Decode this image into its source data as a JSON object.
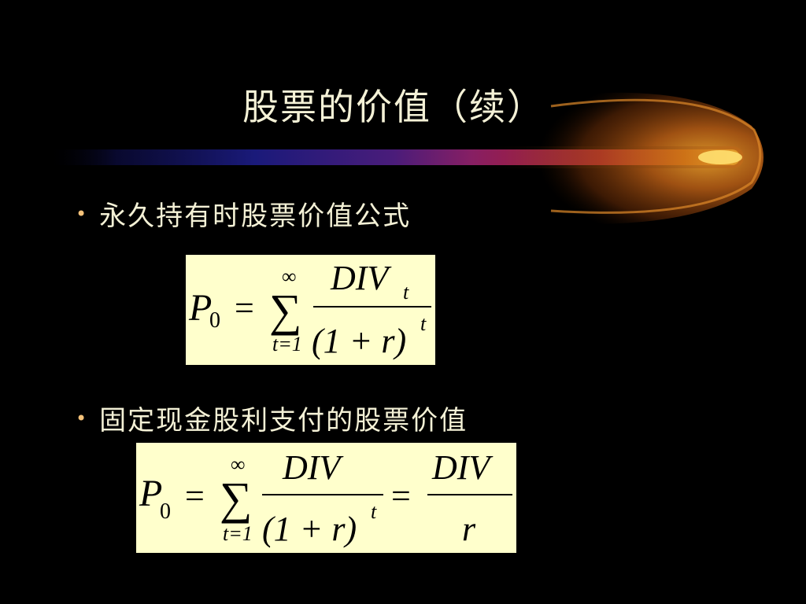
{
  "slide": {
    "title": "股票的价值（续）",
    "bullet_marker": "•",
    "bullets": [
      "永久持有时股票价值公式",
      "固定现金股利支付的股票价值"
    ]
  },
  "formulas": {
    "f1": {
      "lhs": "P",
      "lhs_sub": "0",
      "equals": "=",
      "sum_upper": "∞",
      "sum_symbol": "∑",
      "sum_lower": "t=1",
      "numerator": "DIV",
      "numerator_sub": "t",
      "denominator": "(1 + r)",
      "denominator_exp": "t"
    },
    "f2": {
      "lhs": "P",
      "lhs_sub": "0",
      "equals": "=",
      "sum_upper": "∞",
      "sum_symbol": "∑",
      "sum_lower": "t=1",
      "numerator": "DIV",
      "denominator": "(1 + r)",
      "denominator_exp": "t",
      "equals2": "=",
      "rhs_numerator": "DIV",
      "rhs_denominator": "r"
    }
  },
  "colors": {
    "background": "#000000",
    "text": "#f4f1d6",
    "bullet": "#f4c27a",
    "formula_background": "#ffffcc"
  }
}
